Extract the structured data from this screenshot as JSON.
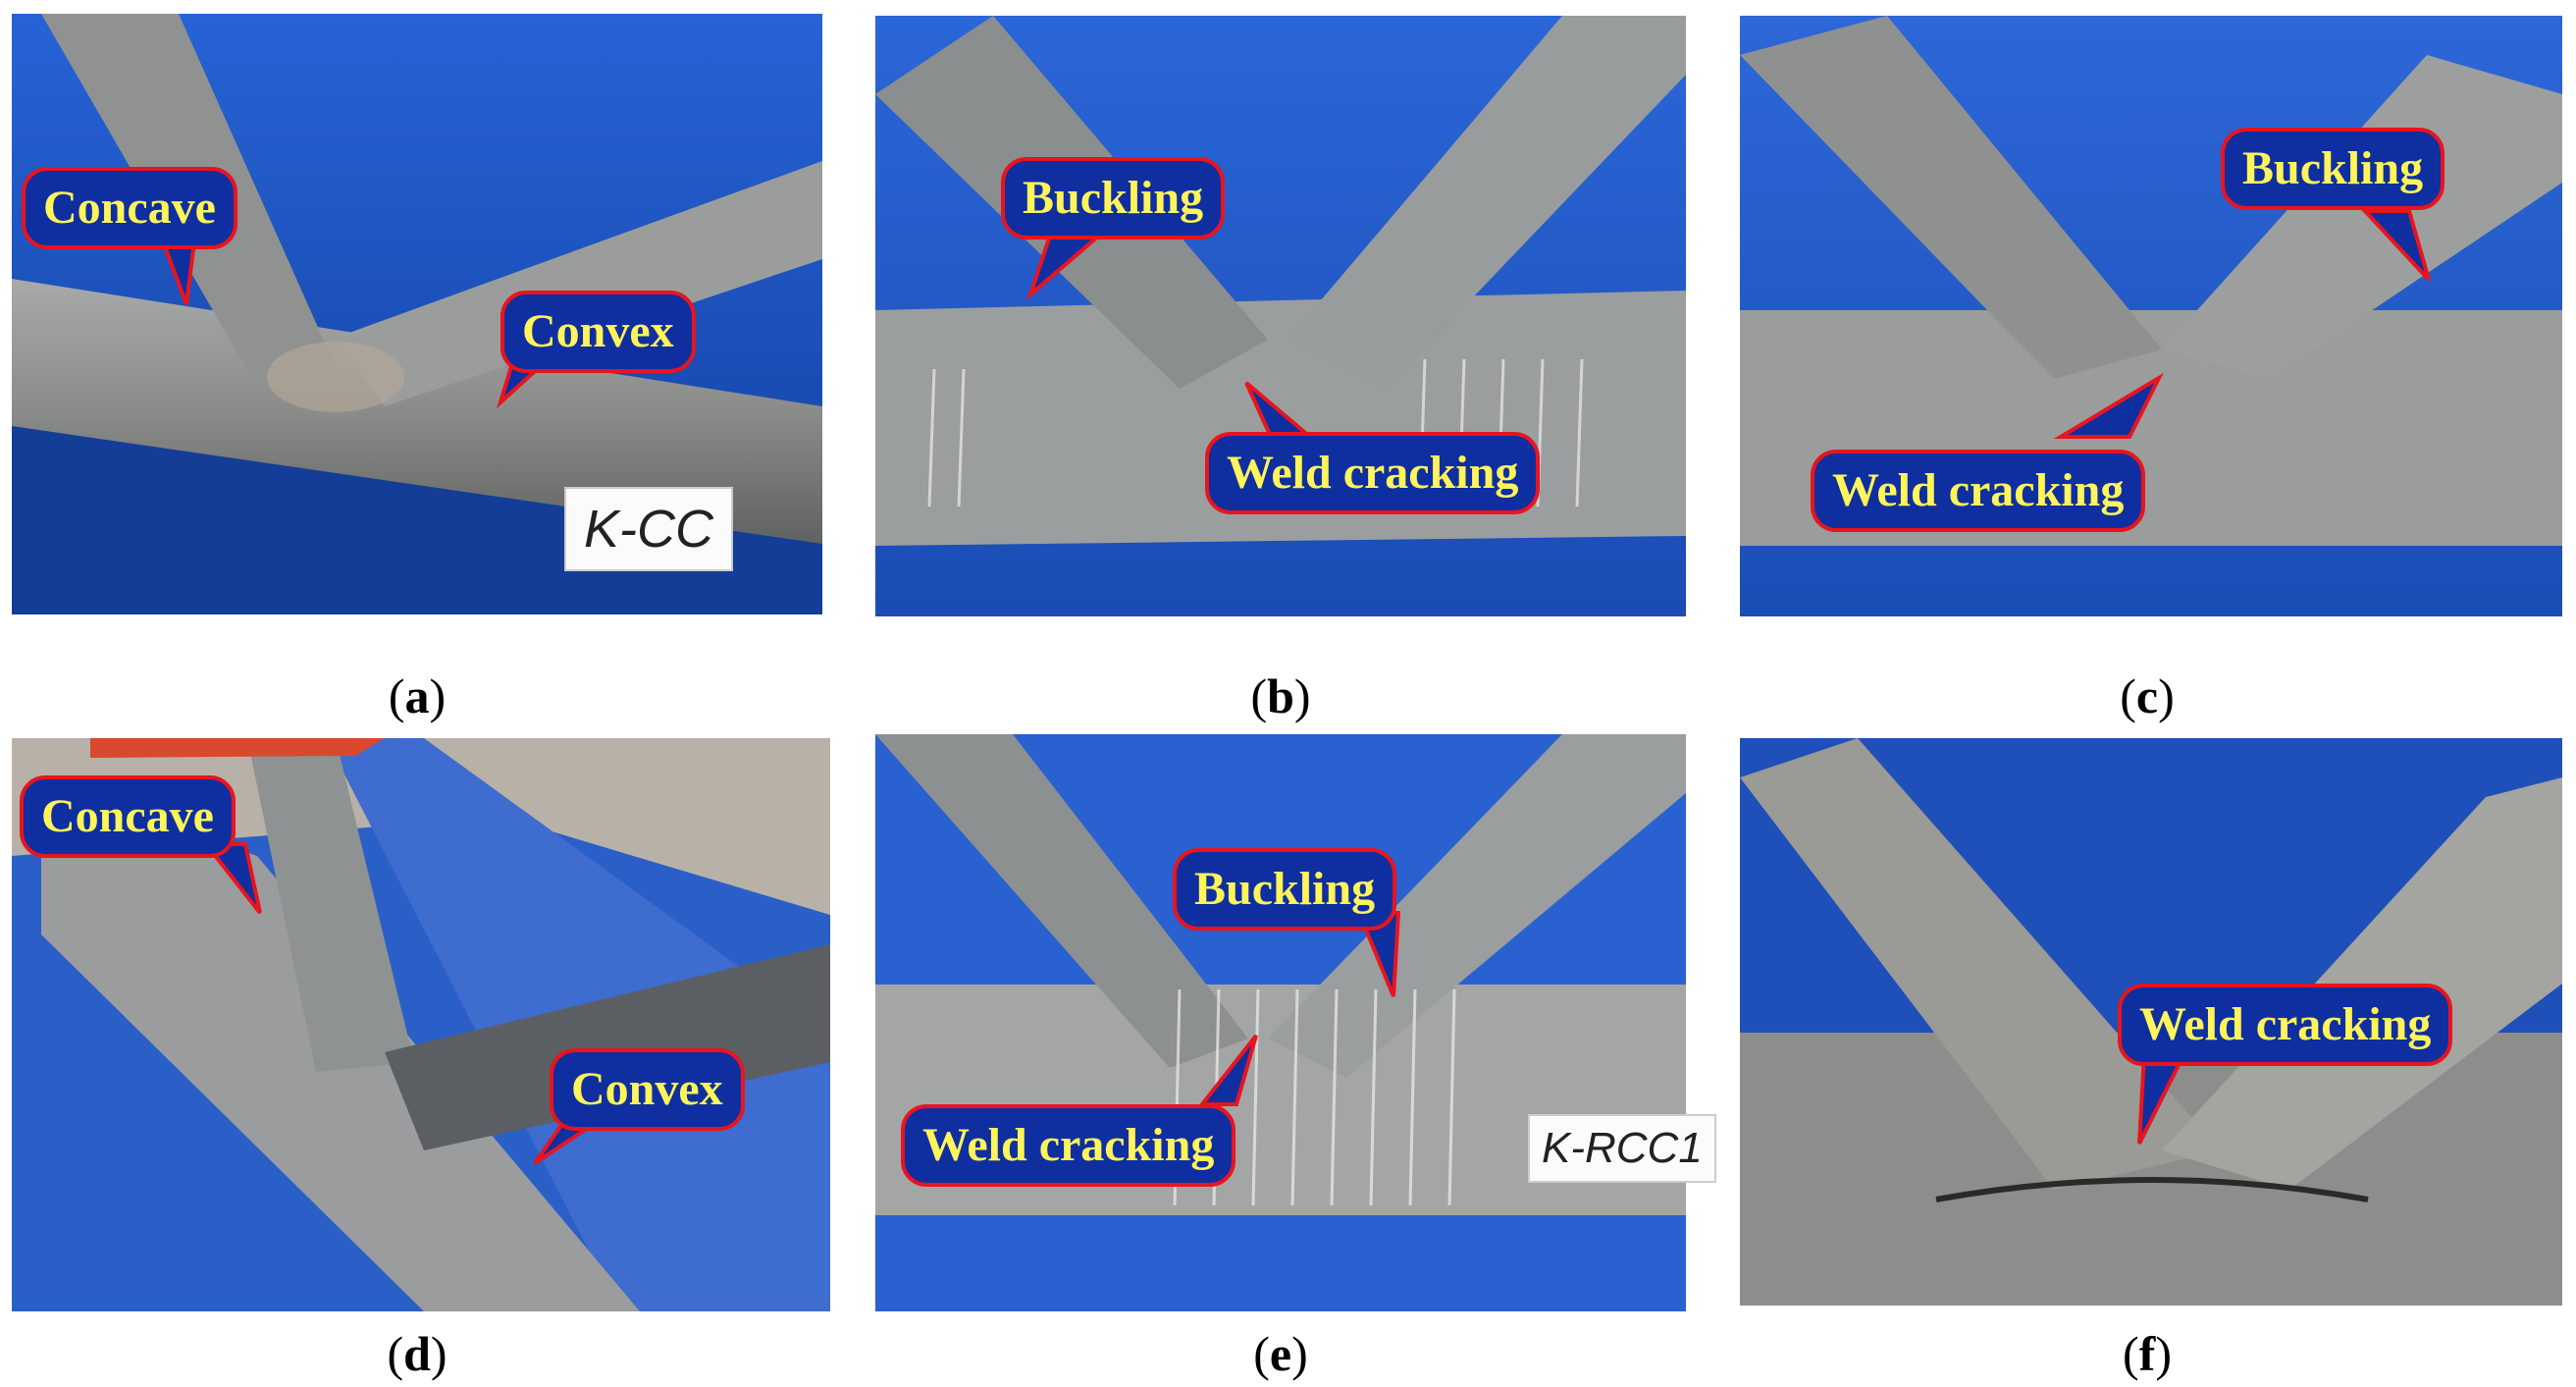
{
  "panels": {
    "a": {
      "caption_letter": "a",
      "callouts": {
        "concave": "Concave",
        "convex": "Convex"
      },
      "tag": "K-CC"
    },
    "b": {
      "caption_letter": "b",
      "callouts": {
        "buckling": "Buckling",
        "weld": "Weld cracking"
      }
    },
    "c": {
      "caption_letter": "c",
      "callouts": {
        "buckling": "Buckling",
        "weld": "Weld cracking"
      }
    },
    "d": {
      "caption_letter": "d",
      "callouts": {
        "concave": "Concave",
        "convex": "Convex"
      }
    },
    "e": {
      "caption_letter": "e",
      "callouts": {
        "buckling": "Buckling",
        "weld": "Weld cracking"
      },
      "tag": "K-RCC1"
    },
    "f": {
      "caption_letter": "f",
      "callouts": {
        "weld": "Weld cracking"
      }
    }
  },
  "colors": {
    "background_blue": "#1c4fbf",
    "steel_gray": "#8e9294",
    "callout_border": "#e8141e",
    "callout_text": "#fff45a"
  }
}
